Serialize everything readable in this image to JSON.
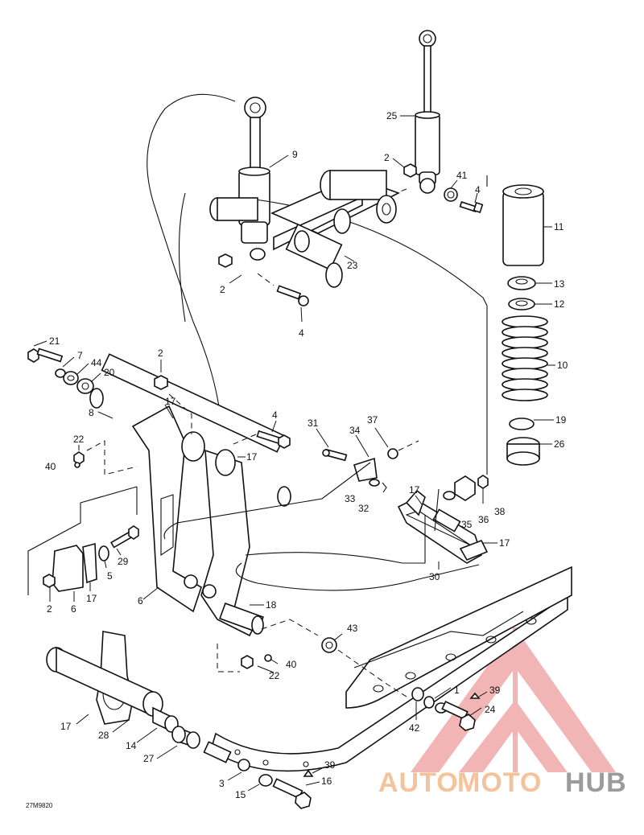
{
  "figure_code": "27M9820",
  "callouts": {
    "c1": "1",
    "c2a": "2",
    "c2b": "2",
    "c2c": "2",
    "c2d": "2",
    "c3": "3",
    "c4a": "4",
    "c4b": "4",
    "c4c": "4",
    "c5": "5",
    "c6a": "6",
    "c6b": "6",
    "c7": "7",
    "c8": "8",
    "c9": "9",
    "c10": "10",
    "c11": "11",
    "c12": "12",
    "c13": "13",
    "c14": "14",
    "c15": "15",
    "c16": "16",
    "c17a": "17",
    "c17b": "17",
    "c17c": "17",
    "c17d": "17",
    "c17e": "17",
    "c17f": "17",
    "c18": "18",
    "c19": "19",
    "c20": "20",
    "c21": "21",
    "c22a": "22",
    "c22b": "22",
    "c23": "23",
    "c24": "24",
    "c25": "25",
    "c26": "26",
    "c27": "27",
    "c28": "28",
    "c29": "29",
    "c30": "30",
    "c31": "31",
    "c32": "32",
    "c33": "33",
    "c34": "34",
    "c35": "35",
    "c36": "36",
    "c37": "37",
    "c38": "38",
    "c39a": "39",
    "c39b": "39",
    "c40a": "40",
    "c40b": "40",
    "c41": "41",
    "c42": "42",
    "c43": "43",
    "c44": "44"
  },
  "watermark": {
    "brand_auto": "AUTO",
    "brand_moto": "MOTO",
    "brand_hub": "HUB",
    "color_auto": "#f2b98a",
    "color_moto": "#f2b98a",
    "color_hub": "#8a8a8a",
    "logo_color": "#e87a7a"
  }
}
